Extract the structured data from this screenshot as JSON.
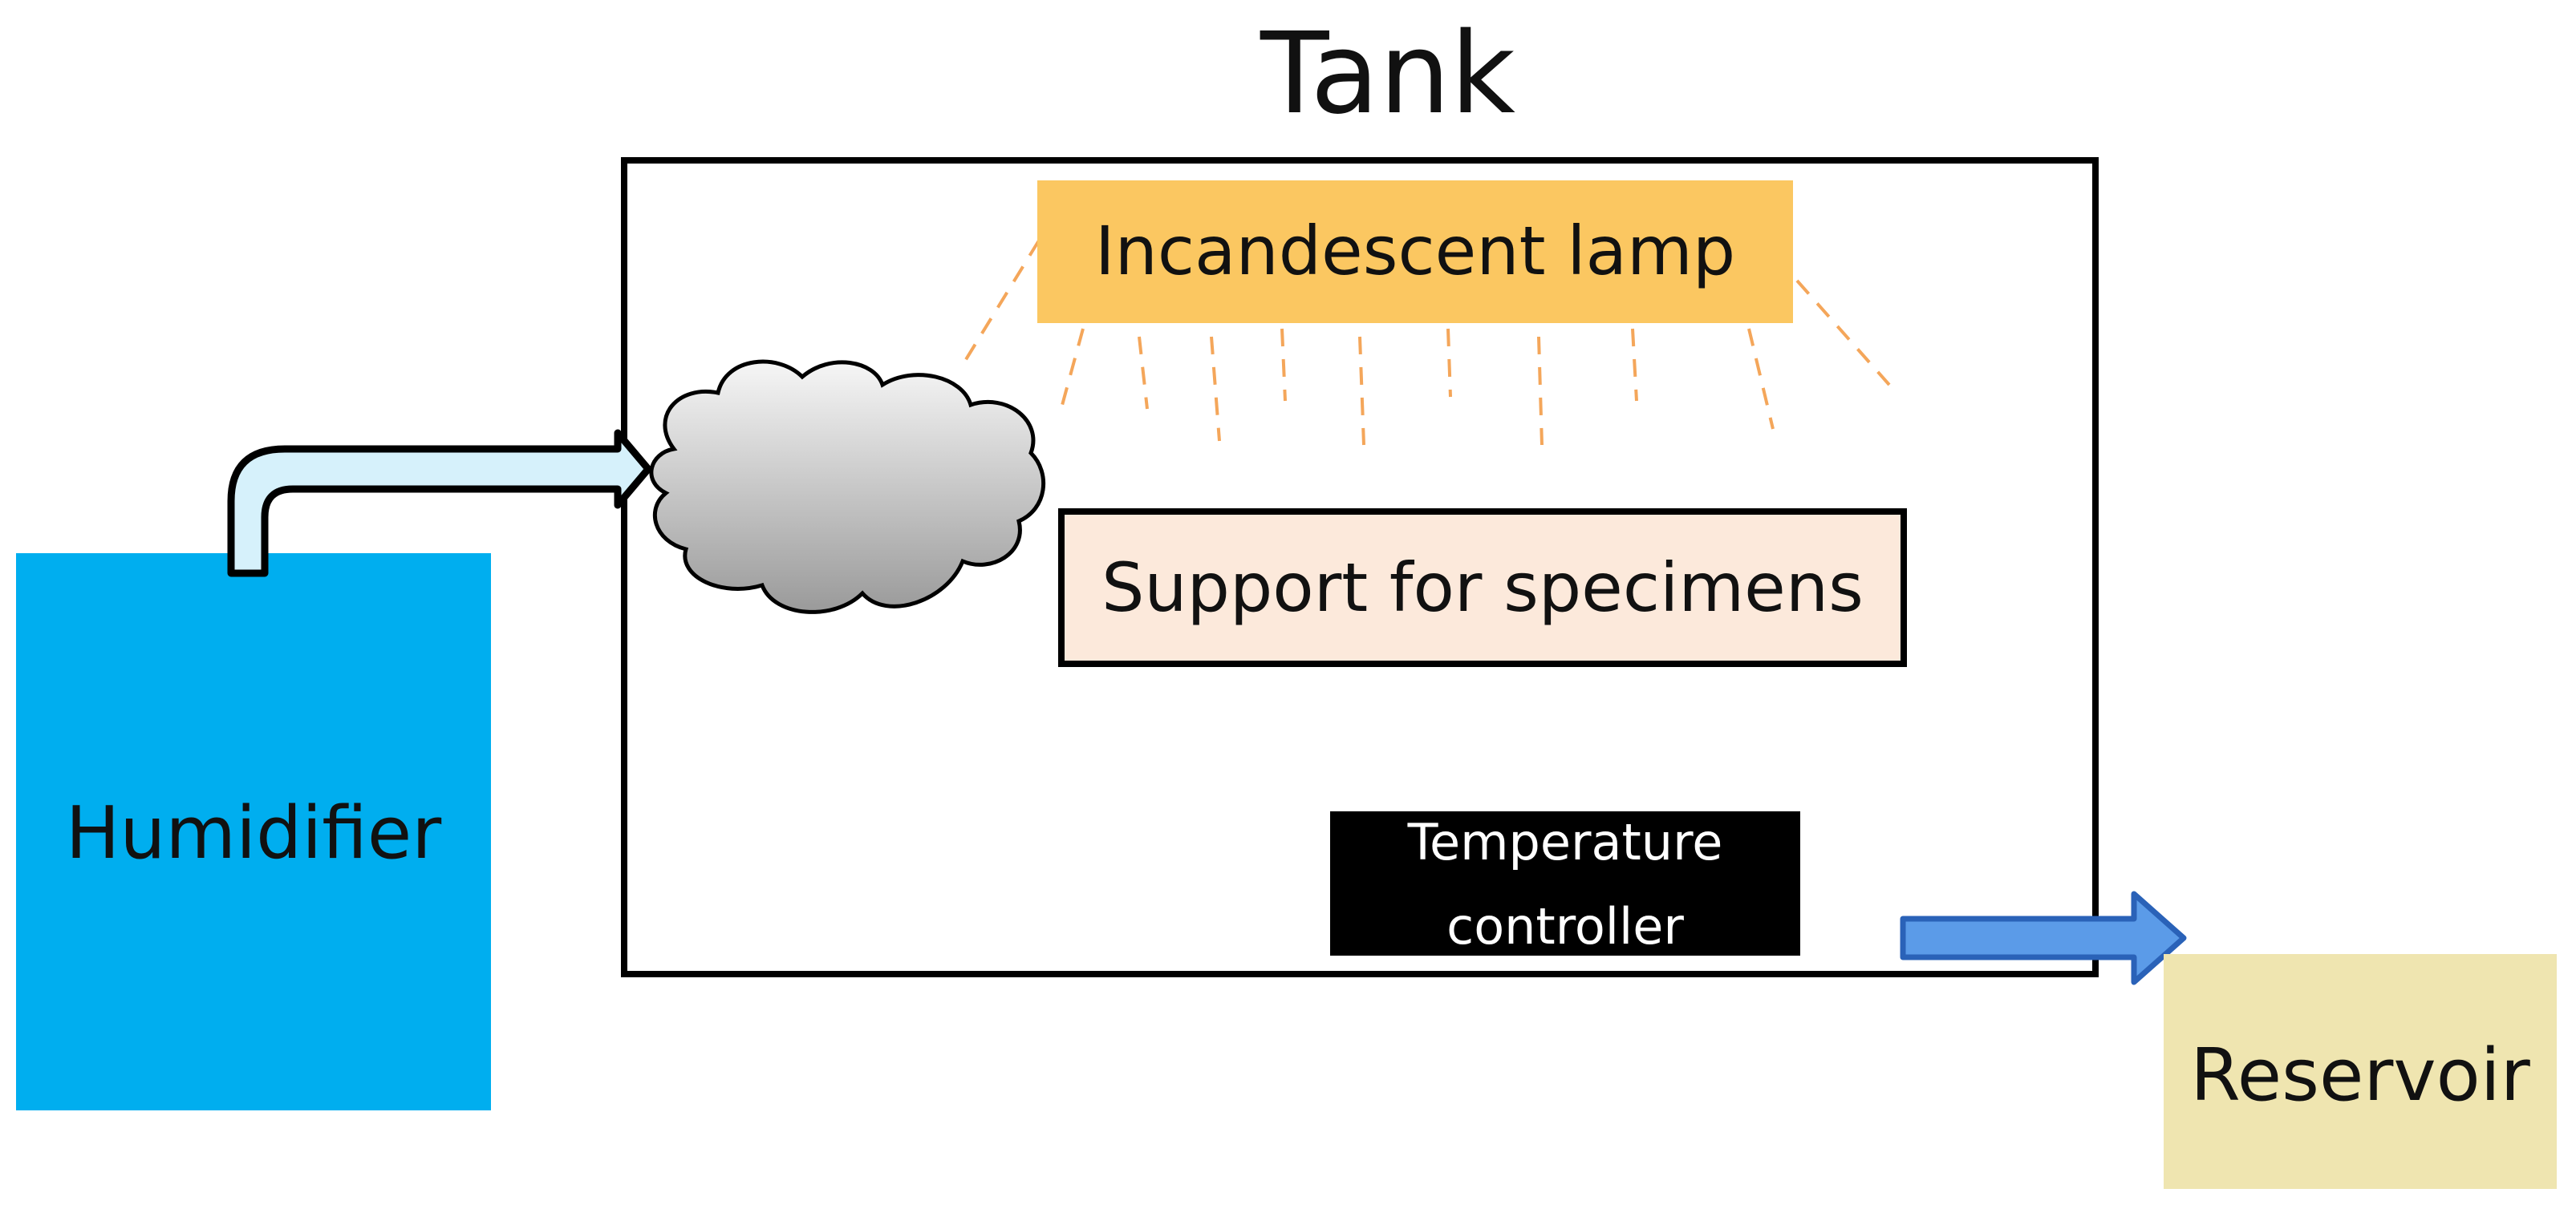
{
  "title": "Tank",
  "components": {
    "lamp": "Incandescent lamp",
    "support": "Support for specimens",
    "controller_line1": "Temperature",
    "controller_line2": "controller",
    "humidifier": "Humidifier",
    "reservoir": "Reservoir"
  },
  "colors": {
    "lamp_fill": "#FBC761",
    "lamp_rays": "#F4A65A",
    "support_fill": "#FCE9DB",
    "controller_fill": "#000000",
    "humidifier_fill": "#00AEEF",
    "reservoir_fill": "#EFE5B0",
    "inlet_pipe_fill": "#D6F1FB",
    "outlet_arrow_fill": "#5B9BE8",
    "outlet_arrow_stroke": "#2A62B8",
    "cloud_fill_light": "#F6F6F6",
    "cloud_fill_dark": "#9A9A9A"
  },
  "icons": {
    "cloud": "steam-cloud-icon",
    "inlet": "pipe-arrow-icon",
    "outlet": "arrow-right-icon"
  }
}
